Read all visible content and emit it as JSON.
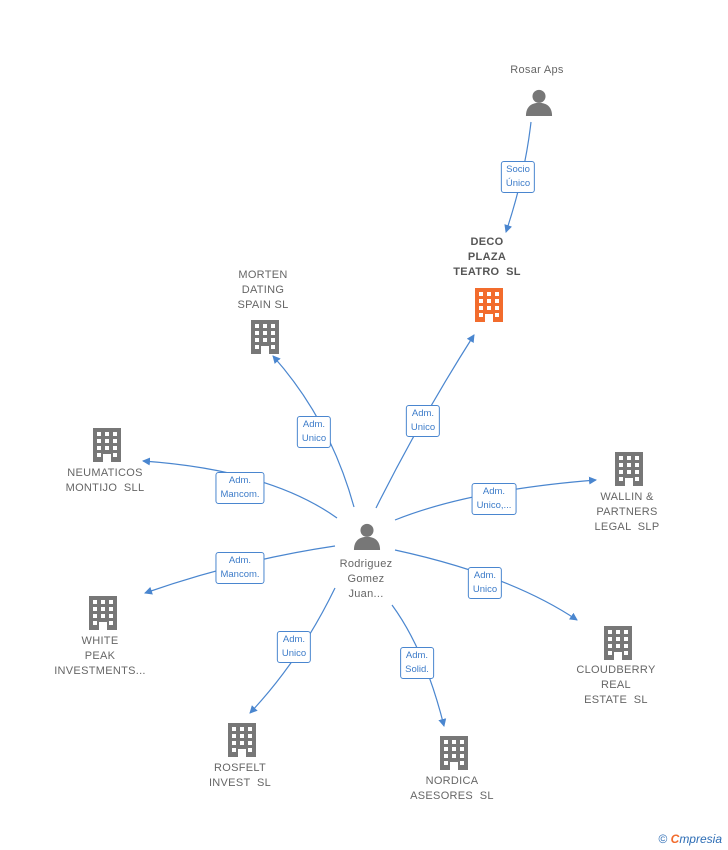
{
  "colors": {
    "edge": "#4a86cf",
    "person_icon": "#777777",
    "company_icon": "#777777",
    "focus_icon": "#f26c2d"
  },
  "nodes": {
    "rosar": {
      "label": "Rosar Aps",
      "icon": "person-icon"
    },
    "deco": {
      "label": "DECO\nPLAZA\nTEATRO  SL",
      "icon": "building-icon"
    },
    "morten": {
      "label": "MORTEN\nDATING\nSPAIN SL",
      "icon": "building-icon"
    },
    "neumaticos": {
      "label": "NEUMATICOS\nMONTIJO  SLL",
      "icon": "building-icon"
    },
    "wallin": {
      "label": "WALLIN &\nPARTNERS\nLEGAL  SLP",
      "icon": "building-icon"
    },
    "rodriguez": {
      "label": "Rodriguez\nGomez\nJuan...",
      "icon": "person-icon"
    },
    "white_peak": {
      "label": "WHITE\nPEAK\nINVESTMENTS...",
      "icon": "building-icon"
    },
    "cloudberry": {
      "label": "CLOUDBERRY\nREAL\nESTATE  SL",
      "icon": "building-icon"
    },
    "rosfelt": {
      "label": "ROSFELT\nINVEST  SL",
      "icon": "building-icon"
    },
    "nordica": {
      "label": "NORDICA\nASESORES  SL",
      "icon": "building-icon"
    }
  },
  "edges": {
    "rosar_deco": "Socio\nÚnico",
    "rod_deco": "Adm.\nUnico",
    "rod_morten": "Adm.\nUnico",
    "rod_neumaticos": "Adm.\nMancom.",
    "rod_wallin": "Adm.\nUnico,...",
    "rod_white": "Adm.\nMancom.",
    "rod_cloudberry": "Adm.\nUnico",
    "rod_rosfelt": "Adm.\nUnico",
    "rod_nordica": "Adm.\nSolid."
  },
  "footer": {
    "copyright": "©",
    "brand_first": "C",
    "brand_rest": "mpresia"
  }
}
